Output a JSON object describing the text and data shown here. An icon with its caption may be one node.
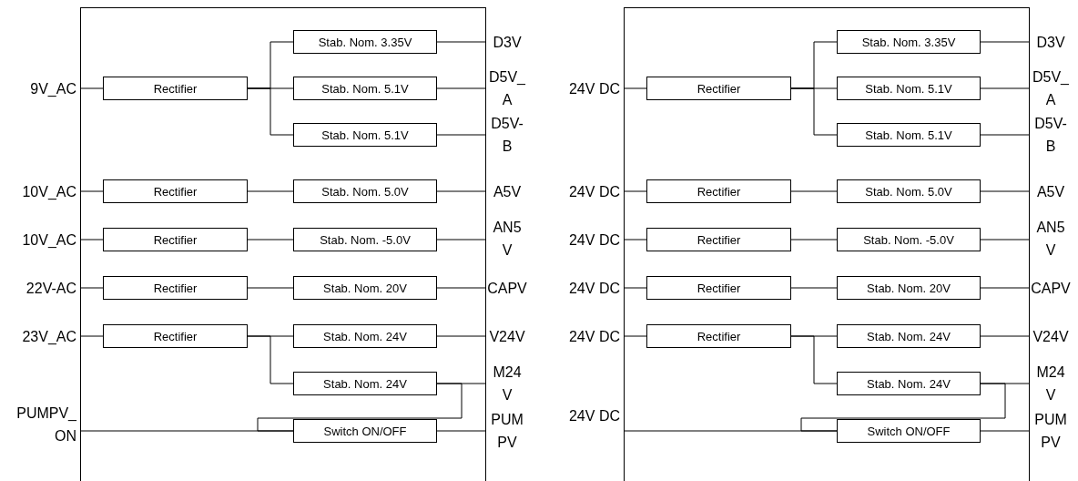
{
  "diagram": {
    "nodes": [
      {
        "text": [],
        "shape": "box"
      },
      {
        "text": [
          "9V_AC"
        ]
      },
      {
        "text": [
          "Rectifier"
        ],
        "in": 0
      },
      {
        "text": [
          "Stab. Nom. 3.35V"
        ],
        "in": 0
      },
      {
        "text": [
          "Stab. Nom. 5.1V"
        ],
        "in": 0
      },
      {
        "text": [
          "Stab. Nom. 5.1V"
        ],
        "in": 0
      },
      {
        "text": [
          "D3V"
        ]
      },
      {
        "text": [
          "D5V_ A"
        ]
      },
      {
        "text": [
          "D5V- B"
        ]
      },
      {
        "text": [
          "10V_AC"
        ]
      },
      {
        "text": [
          "Rectifier"
        ],
        "in": 0
      },
      {
        "text": [
          "Stab. Nom. 5.0V"
        ],
        "in": 0
      },
      {
        "text": [
          "A5V"
        ]
      },
      {
        "text": [
          "10V_AC"
        ]
      },
      {
        "text": [
          "Rectifier"
        ],
        "in": 0
      },
      {
        "text": [
          "Stab. Nom. -5.0V"
        ],
        "in": 0
      },
      {
        "text": [
          "AN5 V"
        ]
      },
      {
        "text": [
          "22V-AC"
        ]
      },
      {
        "text": [
          "Rectifier"
        ],
        "in": 0
      },
      {
        "text": [
          "Stab. Nom. 20V"
        ],
        "in": 0
      },
      {
        "text": [
          "CAPV"
        ]
      },
      {
        "text": [
          "23V_AC"
        ]
      },
      {
        "text": [
          "Rectifier"
        ],
        "in": 0
      },
      {
        "text": [
          "Stab. Nom. 24V"
        ],
        "in": 0
      },
      {
        "text": [
          "Stab. Nom. 24V"
        ],
        "in": 0
      },
      {
        "text": [
          "V24V"
        ]
      },
      {
        "text": [
          "M24 V"
        ]
      },
      {
        "text": [
          "PUMPV_ ON"
        ]
      },
      {
        "text": [
          "Switch ON/OFF"
        ],
        "in": 0
      },
      {
        "text": [
          "PUM PV"
        ]
      },
      {
        "text": [],
        "shape": "box"
      },
      {
        "text": [
          "24V DC"
        ]
      },
      {
        "text": [
          "Rectifier"
        ],
        "in": 30
      },
      {
        "text": [
          "Stab. Nom. 3.35V"
        ],
        "in": 30
      },
      {
        "text": [
          "Stab. Nom. 5.1V"
        ],
        "in": 30
      },
      {
        "text": [
          "Stab. Nom. 5.1V"
        ],
        "in": 30
      },
      {
        "text": [
          "D3V"
        ]
      },
      {
        "text": [
          "D5V_ A"
        ]
      },
      {
        "text": [
          "D5V- B"
        ]
      },
      {
        "text": [
          "24V DC"
        ]
      },
      {
        "text": [
          "Rectifier"
        ],
        "in": 30
      },
      {
        "text": [
          "Stab. Nom. 5.0V"
        ],
        "in": 30
      },
      {
        "text": [
          "A5V"
        ]
      },
      {
        "text": [
          "24V DC"
        ]
      },
      {
        "text": [
          "Rectifier"
        ],
        "in": 30
      },
      {
        "text": [
          "Stab. Nom. -5.0V"
        ],
        "in": 30
      },
      {
        "text": [
          "AN5 V"
        ]
      },
      {
        "text": [
          "24V DC"
        ]
      },
      {
        "text": [
          "Rectifier"
        ],
        "in": 30
      },
      {
        "text": [
          "Stab. Nom. 20V"
        ],
        "in": 30
      },
      {
        "text": [
          "CAPV"
        ]
      },
      {
        "text": [
          "24V DC"
        ]
      },
      {
        "text": [
          "Rectifier"
        ],
        "in": 30
      },
      {
        "text": [
          "Stab. Nom. 24V"
        ],
        "in": 30
      },
      {
        "text": [
          "Stab. Nom. 24V"
        ],
        "in": 30
      },
      {
        "text": [
          "V24V"
        ]
      },
      {
        "text": [
          "M24 V"
        ]
      },
      {
        "text": [
          "24V DC"
        ]
      },
      {
        "text": [
          "Switch ON/OFF"
        ],
        "in": 30
      },
      {
        "text": [
          "PUM PV"
        ]
      }
    ],
    "edges": [
      {
        "from": 1,
        "to": 2,
        "arrow": "none"
      },
      {
        "from": 2,
        "to": 3,
        "arrow": "none"
      },
      {
        "from": 2,
        "to": 4,
        "arrow": "none"
      },
      {
        "from": 2,
        "to": 5,
        "arrow": "none"
      },
      {
        "from": 3,
        "to": 6,
        "arrow": "none"
      },
      {
        "from": 4,
        "to": 7,
        "arrow": "none"
      },
      {
        "from": 5,
        "to": 8,
        "arrow": "none"
      },
      {
        "from": 9,
        "to": 10,
        "arrow": "none"
      },
      {
        "from": 10,
        "to": 11,
        "arrow": "none"
      },
      {
        "from": 11,
        "to": 12,
        "arrow": "none"
      },
      {
        "from": 13,
        "to": 14,
        "arrow": "none"
      },
      {
        "from": 14,
        "to": 15,
        "arrow": "none"
      },
      {
        "from": 15,
        "to": 16,
        "arrow": "none"
      },
      {
        "from": 17,
        "to": 18,
        "arrow": "none"
      },
      {
        "from": 18,
        "to": 19,
        "arrow": "none"
      },
      {
        "from": 19,
        "to": 20,
        "arrow": "none"
      },
      {
        "from": 21,
        "to": 22,
        "arrow": "none"
      },
      {
        "from": 22,
        "to": 23,
        "arrow": "none"
      },
      {
        "from": 22,
        "to": 24,
        "arrow": "none"
      },
      {
        "from": 23,
        "to": 25,
        "arrow": "none"
      },
      {
        "from": 24,
        "to": 26,
        "arrow": "none"
      },
      {
        "from": 27,
        "to": 28,
        "arrow": "none"
      },
      {
        "from": 24,
        "to": 28,
        "arrow": "none"
      },
      {
        "from": 28,
        "to": 29,
        "arrow": "none"
      },
      {
        "from": 31,
        "to": 32,
        "arrow": "none"
      },
      {
        "from": 32,
        "to": 33,
        "arrow": "none"
      },
      {
        "from": 32,
        "to": 34,
        "arrow": "none"
      },
      {
        "from": 32,
        "to": 35,
        "arrow": "none"
      },
      {
        "from": 33,
        "to": 36,
        "arrow": "none"
      },
      {
        "from": 34,
        "to": 37,
        "arrow": "none"
      },
      {
        "from": 35,
        "to": 38,
        "arrow": "none"
      },
      {
        "from": 39,
        "to": 40,
        "arrow": "none"
      },
      {
        "from": 40,
        "to": 41,
        "arrow": "none"
      },
      {
        "from": 41,
        "to": 42,
        "arrow": "none"
      },
      {
        "from": 43,
        "to": 44,
        "arrow": "none"
      },
      {
        "from": 44,
        "to": 45,
        "arrow": "none"
      },
      {
        "from": 45,
        "to": 46,
        "arrow": "none"
      },
      {
        "from": 47,
        "to": 48,
        "arrow": "none"
      },
      {
        "from": 48,
        "to": 49,
        "arrow": "none"
      },
      {
        "from": 49,
        "to": 50,
        "arrow": "none"
      },
      {
        "from": 51,
        "to": 52,
        "arrow": "none"
      },
      {
        "from": 52,
        "to": 53,
        "arrow": "none"
      },
      {
        "from": 52,
        "to": 54,
        "arrow": "none"
      },
      {
        "from": 53,
        "to": 55,
        "arrow": "none"
      },
      {
        "from": 54,
        "to": 56,
        "arrow": "none"
      },
      {
        "from": 57,
        "to": 58,
        "arrow": "none"
      },
      {
        "from": 54,
        "to": 58,
        "arrow": "none"
      },
      {
        "from": 58,
        "to": 59,
        "arrow": "none"
      }
    ]
  }
}
